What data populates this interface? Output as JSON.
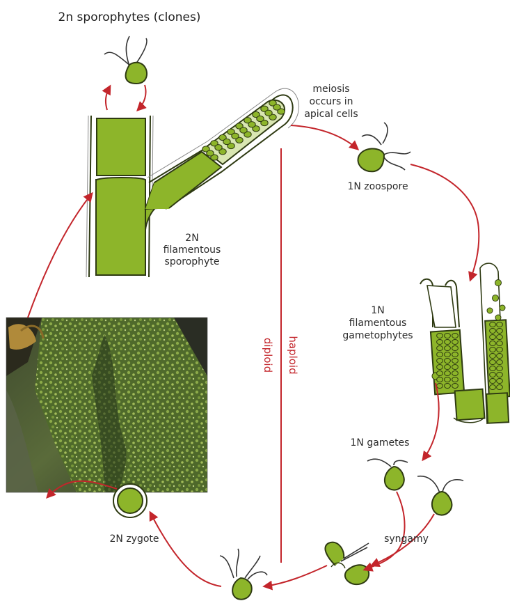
{
  "labels": {
    "clones": "2n sporophytes (clones)",
    "meiosis": [
      "meiosis",
      "occurs in",
      "apical cells"
    ],
    "zoospore": "1N zoospore",
    "sporophyte": [
      "2N",
      "filamentous",
      "sporophyte"
    ],
    "gametophytes": [
      "1N",
      "filamentous",
      "gametophytes"
    ],
    "gametes": "1N gametes",
    "syngamy": "syngamy",
    "zygote": "2N zygote",
    "haploid": "haploid",
    "diploid": "diploid"
  },
  "colors": {
    "cell_fill": "#8DB52A",
    "cell_stroke": "#2E3A12",
    "arrow": "#C3252B",
    "divider": "#C3252B",
    "text": "#2B2B2B"
  }
}
